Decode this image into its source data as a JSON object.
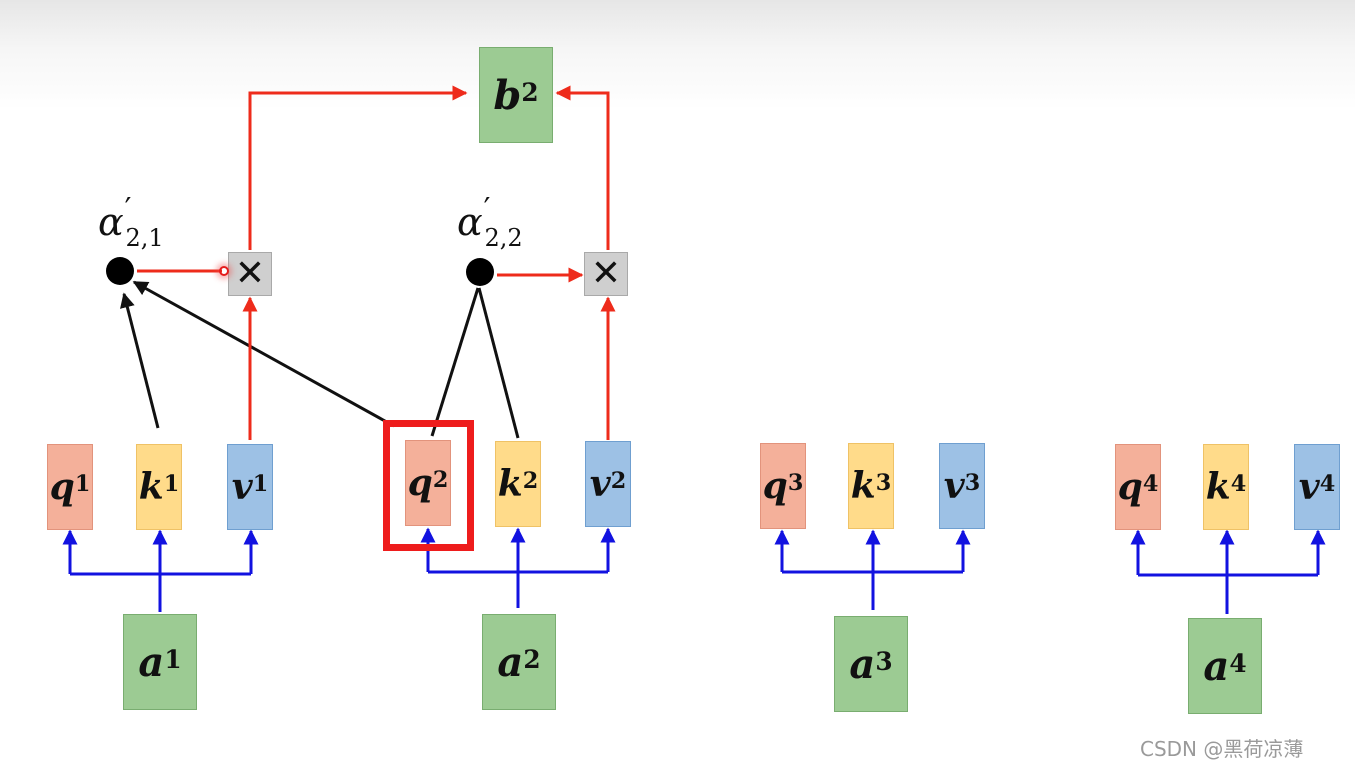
{
  "output": {
    "symbol": "b",
    "sup": "2"
  },
  "alphas": [
    {
      "symbol": "α",
      "prime": "′",
      "sub": "2,1"
    },
    {
      "symbol": "α",
      "prime": "′",
      "sub": "2,2"
    }
  ],
  "multiply_symbol": "✕",
  "groups": [
    {
      "a": {
        "symbol": "a",
        "sup": "1"
      },
      "q": {
        "symbol": "q",
        "sup": "1"
      },
      "k": {
        "symbol": "k",
        "sup": "1"
      },
      "v": {
        "symbol": "v",
        "sup": "1"
      }
    },
    {
      "a": {
        "symbol": "a",
        "sup": "2"
      },
      "q": {
        "symbol": "q",
        "sup": "2"
      },
      "k": {
        "symbol": "k",
        "sup": "2"
      },
      "v": {
        "symbol": "v",
        "sup": "2"
      }
    },
    {
      "a": {
        "symbol": "a",
        "sup": "3"
      },
      "q": {
        "symbol": "q",
        "sup": "3"
      },
      "k": {
        "symbol": "k",
        "sup": "3"
      },
      "v": {
        "symbol": "v",
        "sup": "3"
      }
    },
    {
      "a": {
        "symbol": "a",
        "sup": "4"
      },
      "q": {
        "symbol": "q",
        "sup": "4"
      },
      "k": {
        "symbol": "k",
        "sup": "4"
      },
      "v": {
        "symbol": "v",
        "sup": "4"
      }
    }
  ],
  "highlighted": "q2",
  "watermark": "CSDN @黑荷凉薄",
  "colors": {
    "query": "#f4b09a",
    "key": "#ffdb8a",
    "value": "#9dc1e5",
    "input_output": "#9ccb93",
    "blue_arrow": "#1212e0",
    "red_arrow": "#ee2b1b",
    "black_arrow": "#111111",
    "highlight": "#ee1c1c"
  }
}
